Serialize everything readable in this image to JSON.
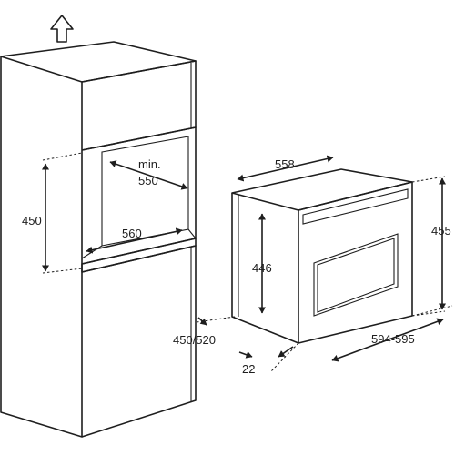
{
  "figure": {
    "cabinet": {
      "dim_height": "450",
      "dim_depth_top": "min.",
      "dim_depth": "550",
      "dim_width": "560",
      "dim_floor_depth": "450/520"
    },
    "appliance": {
      "dim_width": "558",
      "dim_height": "455",
      "dim_inner_height": "446",
      "dim_frame_width": "594-595",
      "dim_front": "22"
    }
  }
}
